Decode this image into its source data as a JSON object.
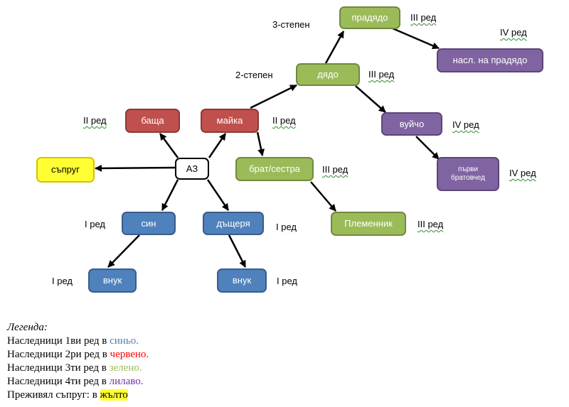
{
  "colors": {
    "blue_fill": "#4f81bd",
    "blue_border": "#385d8a",
    "red_fill": "#c0504d",
    "red_border": "#8c3836",
    "green_fill": "#9bbb59",
    "green_border": "#71893f",
    "purple_fill": "#8064a2",
    "purple_border": "#5c4776",
    "yellow_fill": "#ffff33",
    "yellow_border": "#d4c200",
    "arrow": "#000000"
  },
  "nodes": {
    "me": "АЗ",
    "father": "баща",
    "mother": "майка",
    "spouse": "съпруг",
    "son": "син",
    "daughter": "дъщеря",
    "grandson_left": "внук",
    "grandson_right": "внук",
    "sibling": "брат/сестра",
    "nephew": "Племенник",
    "grandfather": "дядо",
    "great_grandfather": "прадядо",
    "great_grandfather_heir": "насл. на прадядо",
    "uncle": "вуйчо",
    "first_cousin": "първи братовчед"
  },
  "labels": {
    "father_row": "II ред",
    "mother_row": "II ред",
    "son_row": "I ред",
    "daughter_row": "I ред",
    "grandson_left_row": "I ред",
    "grandson_right_row": "I ред",
    "sibling_row": "III ред",
    "nephew_row": "III ред",
    "grandfather_row": "III ред",
    "great_grandfather_row": "III ред",
    "heir_row": "IV ред",
    "uncle_row": "IV ред",
    "cousin_row": "IV ред",
    "degree_2": "2-степен",
    "degree_3": "3-степен"
  },
  "legend": {
    "title": "Легенда:",
    "line1_prefix": "Наследници 1ви ред в ",
    "line1_color": "синьо.",
    "line2_prefix": "Наследници 2ри ред в ",
    "line2_color": "червено.",
    "line3_prefix": "Наследници 3ти ред в ",
    "line3_color": "зелено.",
    "line4_prefix": "Наследници 4ти ред в ",
    "line4_color": "лилаво.",
    "line5_prefix": "Преживял съпруг: в ",
    "line5_color": "жълто"
  }
}
